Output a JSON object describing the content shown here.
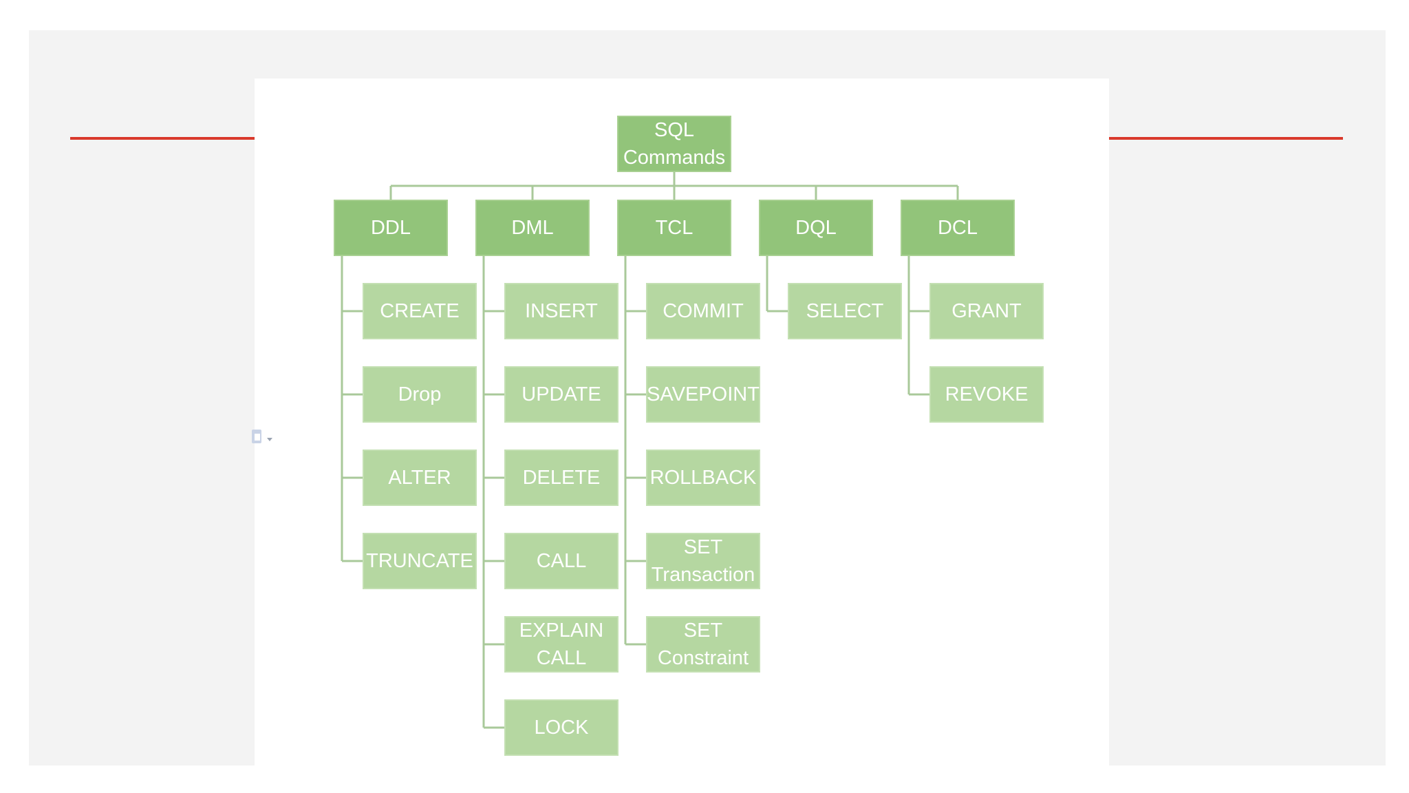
{
  "diagram": {
    "root": "SQL\nCommands",
    "categories": [
      {
        "label": "DDL",
        "children": [
          "CREATE",
          "Drop",
          "ALTER",
          "TRUNCATE"
        ]
      },
      {
        "label": "DML",
        "children": [
          "INSERT",
          "UPDATE",
          "DELETE",
          "CALL",
          "EXPLAIN\nCALL",
          "LOCK"
        ]
      },
      {
        "label": "TCL",
        "children": [
          "COMMIT",
          "SAVEPOINT",
          "ROLLBACK",
          "SET\nTransaction",
          "SET\nConstraint"
        ]
      },
      {
        "label": "DQL",
        "children": [
          "SELECT"
        ]
      },
      {
        "label": "DCL",
        "children": [
          "GRANT",
          "REVOKE"
        ]
      }
    ]
  },
  "colors": {
    "line": "#a9c99a",
    "accent_red": "#d9392b"
  },
  "icons": {
    "paste_options": "paste-options-icon"
  }
}
